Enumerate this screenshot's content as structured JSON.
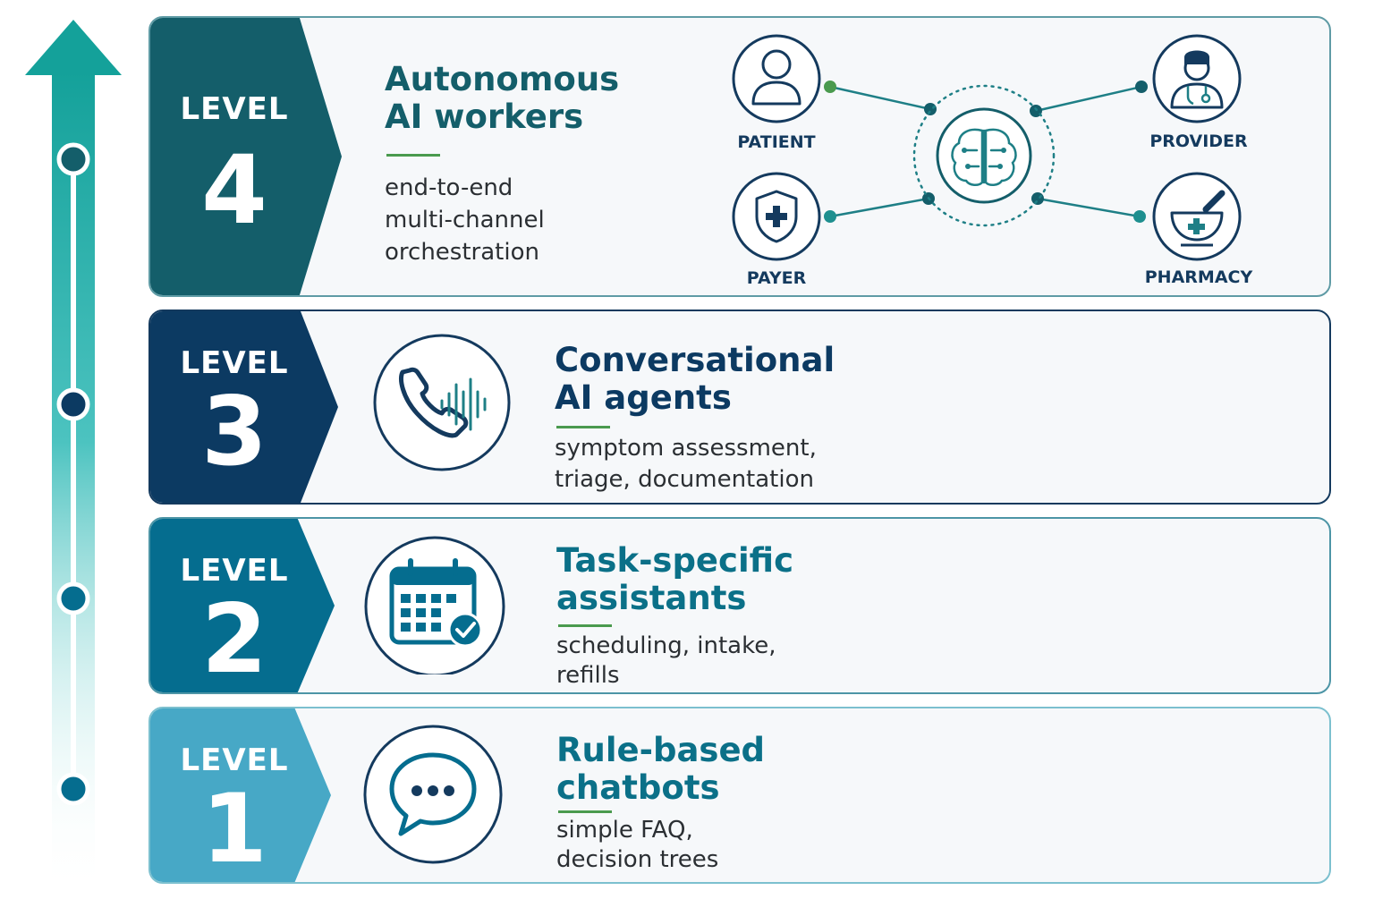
{
  "colors": {
    "level_4": "#145e6a",
    "level_3": "#0c3a62",
    "level_2": "#056d8f",
    "level_1": "#47a8c6",
    "accent_green": "#4a9a4e",
    "arrow_teal": "#14a19a"
  },
  "progress_arrow": {
    "icon": "arrow-up-icon",
    "milestones": 4
  },
  "levels": [
    {
      "word": "LEVEL",
      "number": "4",
      "title": "Autonomous\nAI workers",
      "description": "end-to-end\nmulti-channel\norchestration",
      "icon": "brain-network-icon",
      "network": {
        "center_icon": "brain-icon",
        "nodes": [
          {
            "label": "PATIENT",
            "icon": "person-icon"
          },
          {
            "label": "PROVIDER",
            "icon": "doctor-icon"
          },
          {
            "label": "PAYER",
            "icon": "shield-plus-icon"
          },
          {
            "label": "PHARMACY",
            "icon": "mortar-pestle-icon"
          }
        ]
      }
    },
    {
      "word": "LEVEL",
      "number": "3",
      "title": "Conversational\nAI agents",
      "description": "symptom assessment,\ntriage, documentation",
      "icon": "phone-voice-icon"
    },
    {
      "word": "LEVEL",
      "number": "2",
      "title": "Task-specific\nassistants",
      "description": "scheduling, intake,\nrefills",
      "icon": "calendar-check-icon"
    },
    {
      "word": "LEVEL",
      "number": "1",
      "title": "Rule-based\nchatbots",
      "description": "simple FAQ,\ndecision trees",
      "icon": "chat-bubble-icon"
    }
  ]
}
